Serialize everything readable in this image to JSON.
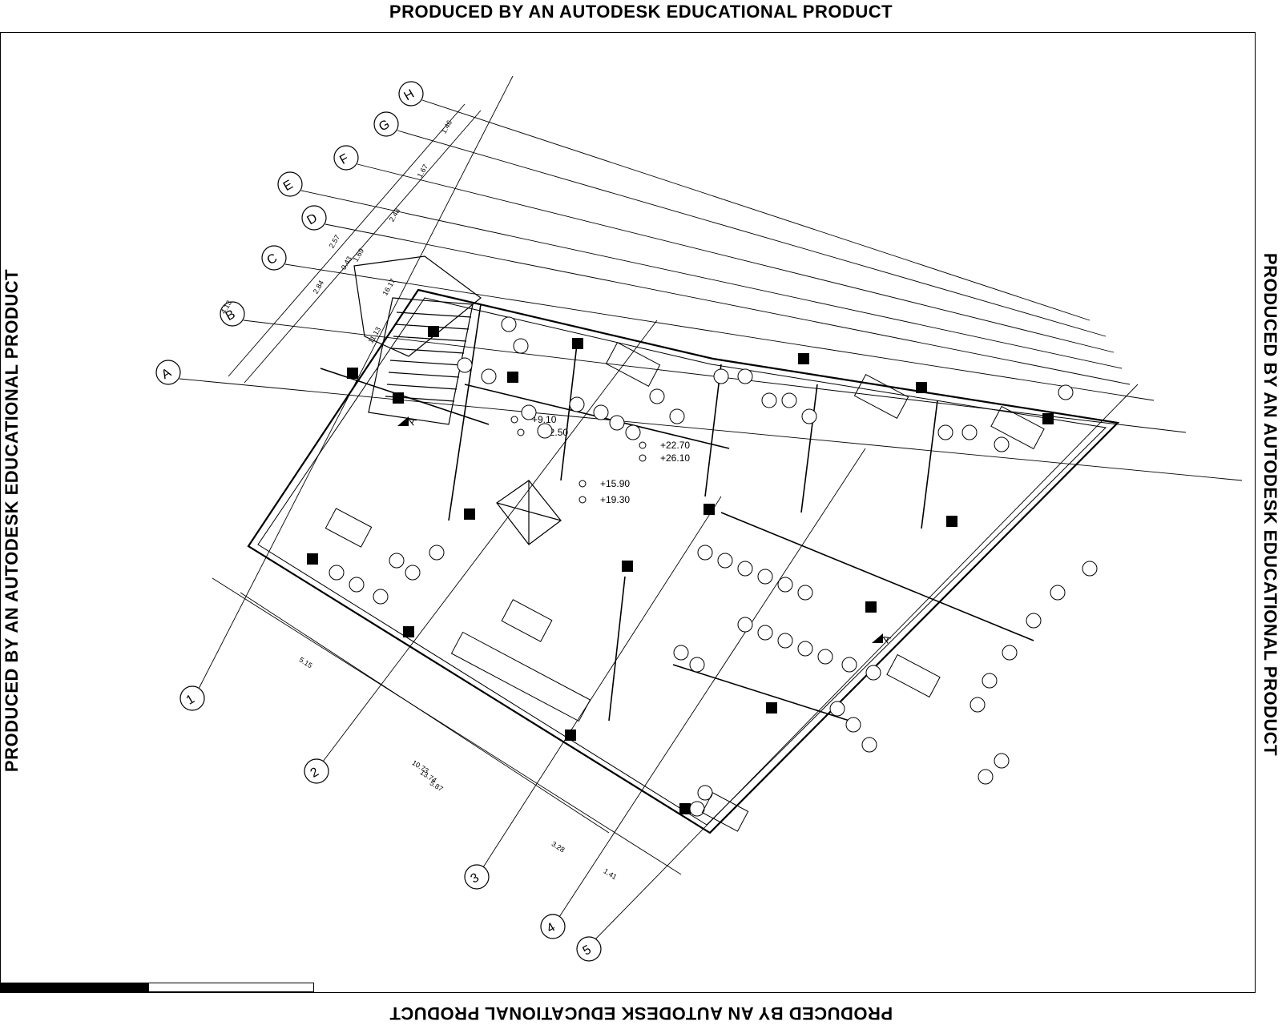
{
  "watermark": {
    "text": "PRODUCED BY AN AUTODESK EDUCATIONAL PRODUCT"
  },
  "grid_rows": [
    "A",
    "B",
    "C",
    "D",
    "E",
    "F",
    "G",
    "H"
  ],
  "grid_cols": [
    "1",
    "2",
    "3",
    "4",
    "5"
  ],
  "dimensions_left": [
    "4.13",
    "2.84",
    "2.57",
    "0.43",
    "1.69",
    "2.48",
    "1.67",
    "1.46",
    "11.13",
    "16.17"
  ],
  "dimensions_bottom": [
    "5.15",
    "10.73",
    "13.74",
    "5.87",
    "3.28",
    "1.41"
  ],
  "elevations": [
    "+9.10",
    "+12.50",
    "+15.90",
    "+19.30",
    "+22.70",
    "+26.10"
  ],
  "section_marker": "A",
  "colors": {
    "ink": "#000000",
    "paper": "#ffffff"
  }
}
